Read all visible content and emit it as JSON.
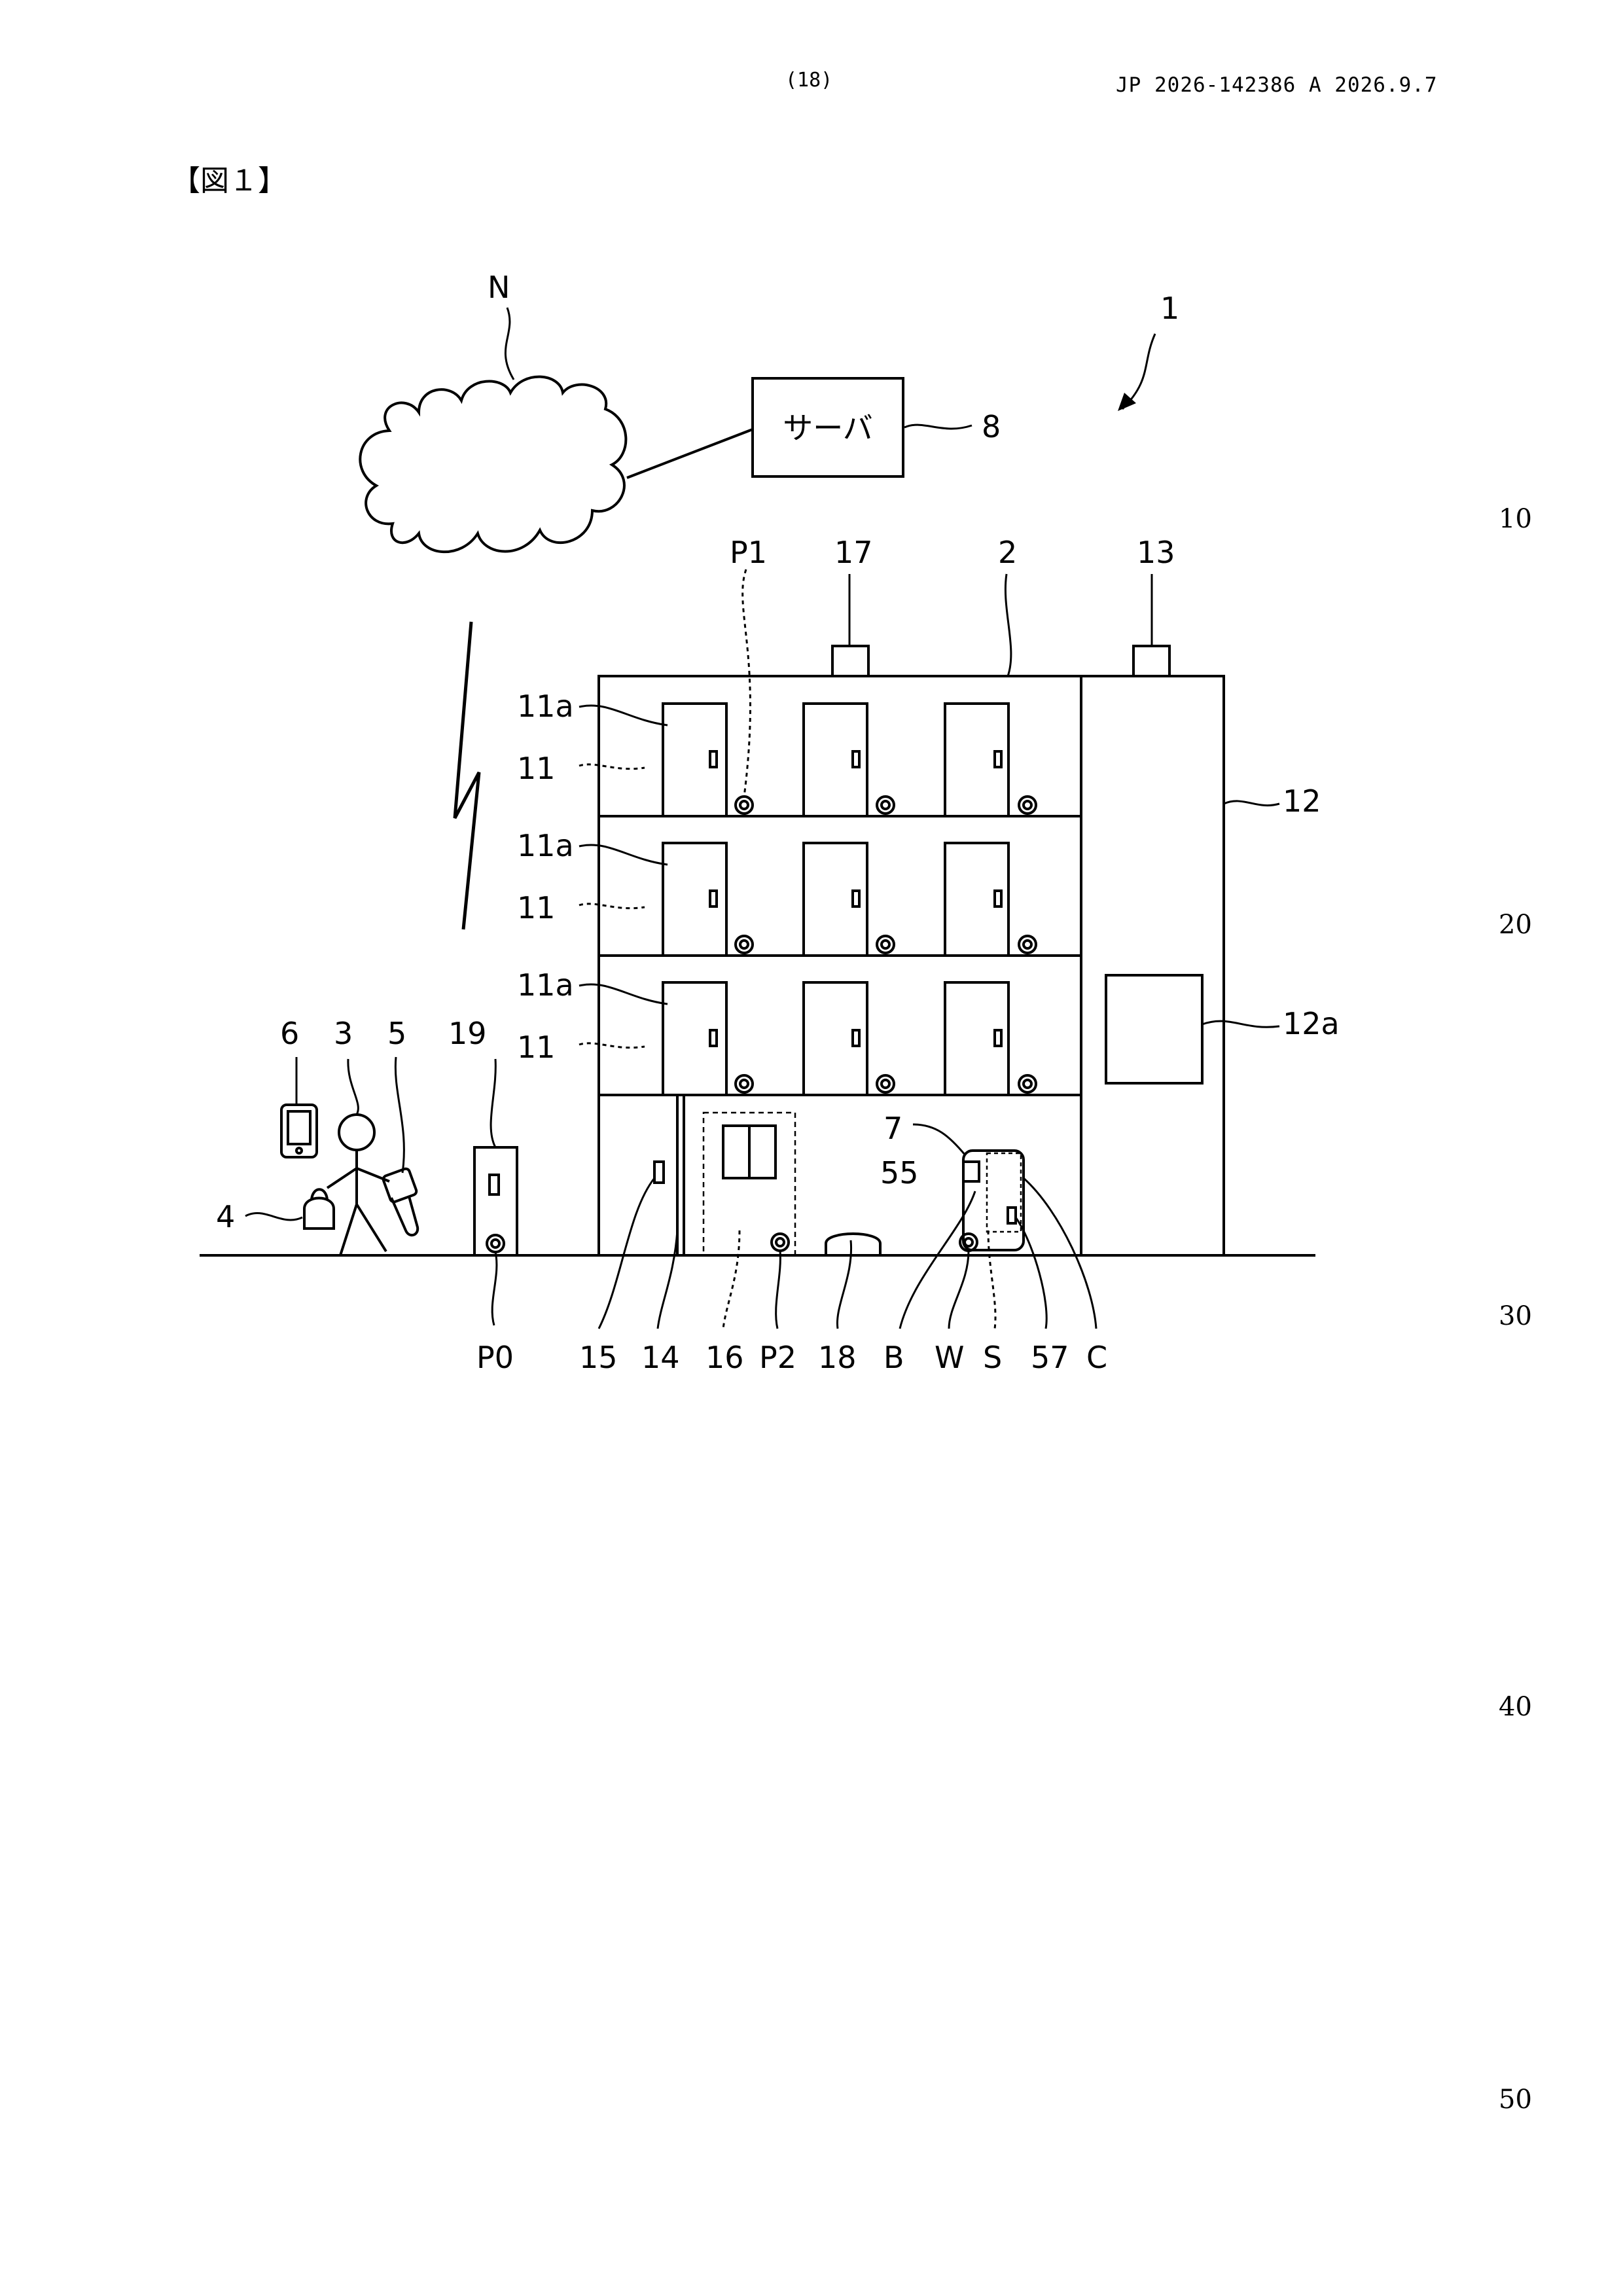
{
  "header": {
    "page_number": "(18)",
    "publication": "JP  2026-142386  A  2026.9.7"
  },
  "figure_title": "【図１】",
  "line_numbers": [
    "10",
    "20",
    "30",
    "40",
    "50"
  ],
  "figure": {
    "server_box_text": "サーバ",
    "labels": {
      "system": "1",
      "network": "N",
      "server": "8",
      "p1": "P1",
      "l17": "17",
      "l2": "2",
      "l13": "13",
      "l12": "12",
      "l12a": "12a",
      "l11a_1": "11a",
      "l11_1": "11",
      "l11a_2": "11a",
      "l11_2": "11",
      "l11a_3": "11a",
      "l11_3": "11",
      "l6": "6",
      "l3": "3",
      "l5": "5",
      "l19": "19",
      "l4": "4",
      "l7": "7",
      "l55": "55",
      "p0": "P0",
      "l15": "15",
      "l14": "14",
      "l16": "16",
      "p2": "P2",
      "l18": "18",
      "lB": "B",
      "lW": "W",
      "lS": "S",
      "l57": "57",
      "lC": "C"
    }
  }
}
